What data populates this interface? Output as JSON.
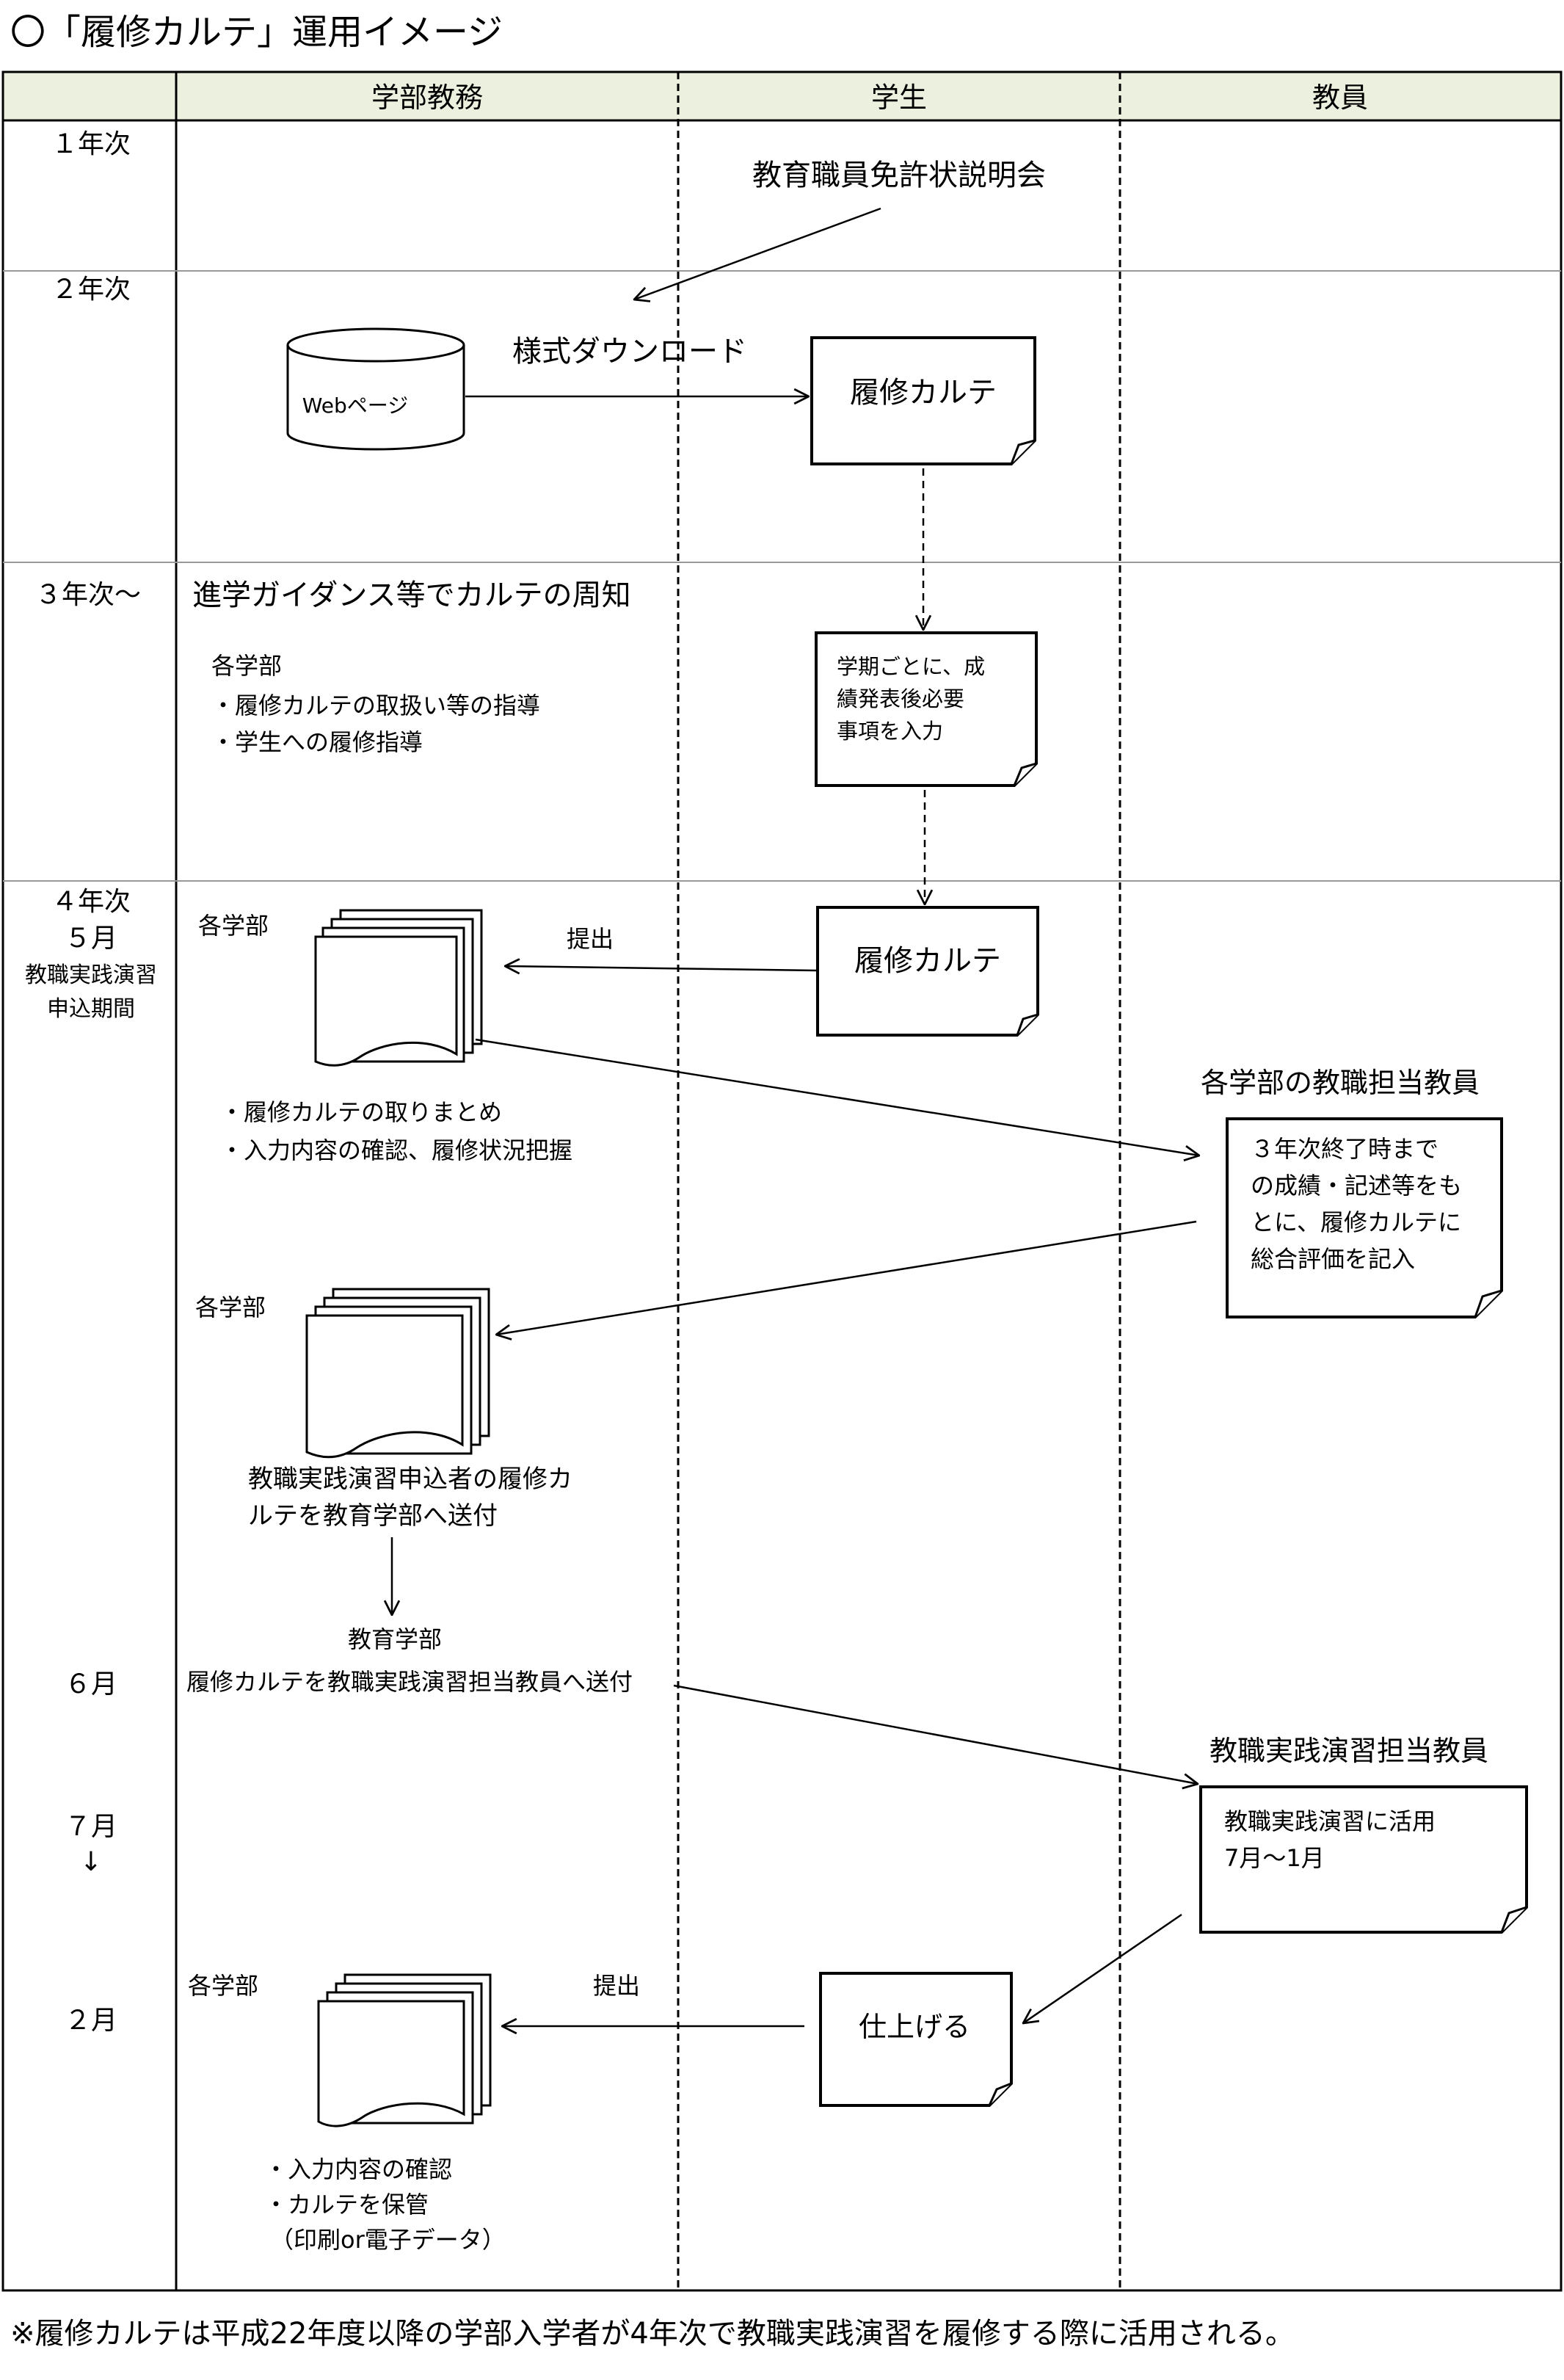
{
  "title": "〇「履修カルテ」運用イメージ",
  "footnote": "※履修カルテは平成22年度以降の学部入学者が4年次で教職実践演習を履修する際に活用される。",
  "colors": {
    "header_bg": "#ebf1de",
    "line": "#000000",
    "paper": "#ffffff"
  },
  "columns": [
    "学部教務",
    "学生",
    "教員"
  ],
  "years": {
    "y1": "１年次",
    "y2": "２年次",
    "y3": "３年次～",
    "y4_line1": "４年次",
    "y4_line2": "５月",
    "y4_line3": "教職実践演習",
    "y4_line4": "申込期間",
    "m6": "６月",
    "m7": "７月",
    "m7_arrow": "↓",
    "m2": "２月"
  },
  "y1_event": "教育職員免許状説明会",
  "y2": {
    "db_label": "Webページ",
    "download_label": "様式ダウンロード",
    "karte_label": "履修カルテ"
  },
  "y3": {
    "guidance": "進学ガイダンス等でカルテの周知",
    "dept": "各学部",
    "item1": "・履修カルテの取扱い等の指導",
    "item2": "・学生への履修指導",
    "student_box_line1": "学期ごとに、成",
    "student_box_line2": "績発表後必要",
    "student_box_line3": "事項を入力"
  },
  "y4": {
    "dept": "各学部",
    "submit_label": "提出",
    "karte_label": "履修カルテ",
    "item1": "・履修カルテの取りまとめ",
    "item2": "・入力内容の確認、履修状況把握",
    "teacher_heading": "各学部の教職担当教員",
    "teacher_box_line1": "３年次終了時まで",
    "teacher_box_line2": "の成績・記述等をも",
    "teacher_box_line3": "とに、履修カルテに",
    "teacher_box_line4": "総合評価を記入",
    "dept2": "各学部",
    "send_line1": "教職実践演習申込者の履修カ",
    "send_line2": "ルテを教育学部へ送付"
  },
  "m6": {
    "edu_dept": "教育学部",
    "send_text": "履修カルテを教職実践演習担当教員へ送付",
    "teacher_heading": "教職実践演習担当教員",
    "teacher_box_line1": "教職実践演習に活用",
    "teacher_box_line2": "7月～1月"
  },
  "m2": {
    "dept": "各学部",
    "submit_label": "提出",
    "finish_label": "仕上げる",
    "item1": "・入力内容の確認",
    "item2": "・カルテを保管",
    "item3": "（印刷or電子データ）"
  }
}
